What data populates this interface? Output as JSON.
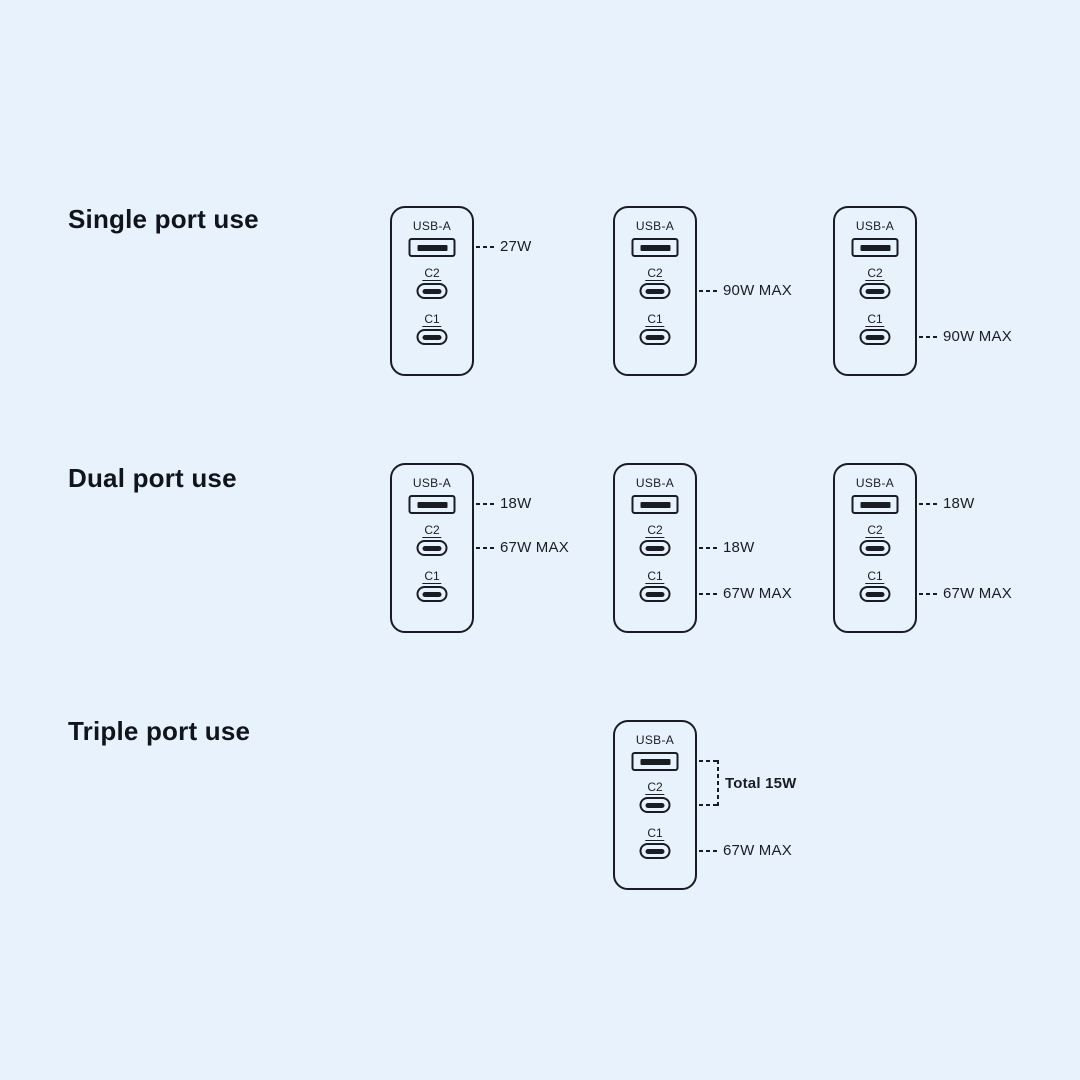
{
  "colors": {
    "background": "#e8f2fd",
    "ink": "#1a1c23"
  },
  "sections": [
    {
      "title": "Single port use",
      "chargers": [
        {
          "ports": {
            "usba": "USB-A",
            "c2": "C2",
            "c1": "C1"
          },
          "annotations": {
            "usba": "27W"
          }
        },
        {
          "ports": {
            "usba": "USB-A",
            "c2": "C2",
            "c1": "C1"
          },
          "annotations": {
            "c2": "90W MAX"
          }
        },
        {
          "ports": {
            "usba": "USB-A",
            "c2": "C2",
            "c1": "C1"
          },
          "annotations": {
            "c1": "90W MAX"
          }
        }
      ]
    },
    {
      "title": "Dual port use",
      "chargers": [
        {
          "ports": {
            "usba": "USB-A",
            "c2": "C2",
            "c1": "C1"
          },
          "annotations": {
            "usba": "18W",
            "c2": "67W MAX"
          }
        },
        {
          "ports": {
            "usba": "USB-A",
            "c2": "C2",
            "c1": "C1"
          },
          "annotations": {
            "c2": "18W",
            "c1": "67W MAX"
          }
        },
        {
          "ports": {
            "usba": "USB-A",
            "c2": "C2",
            "c1": "C1"
          },
          "annotations": {
            "usba": "18W",
            "c1": "67W MAX"
          }
        }
      ]
    },
    {
      "title": "Triple port use",
      "chargers": [
        {
          "ports": {
            "usba": "USB-A",
            "c2": "C2",
            "c1": "C1"
          },
          "annotations": {
            "usba_c2_group": "Total 15W",
            "c1": "67W MAX"
          }
        }
      ]
    }
  ]
}
